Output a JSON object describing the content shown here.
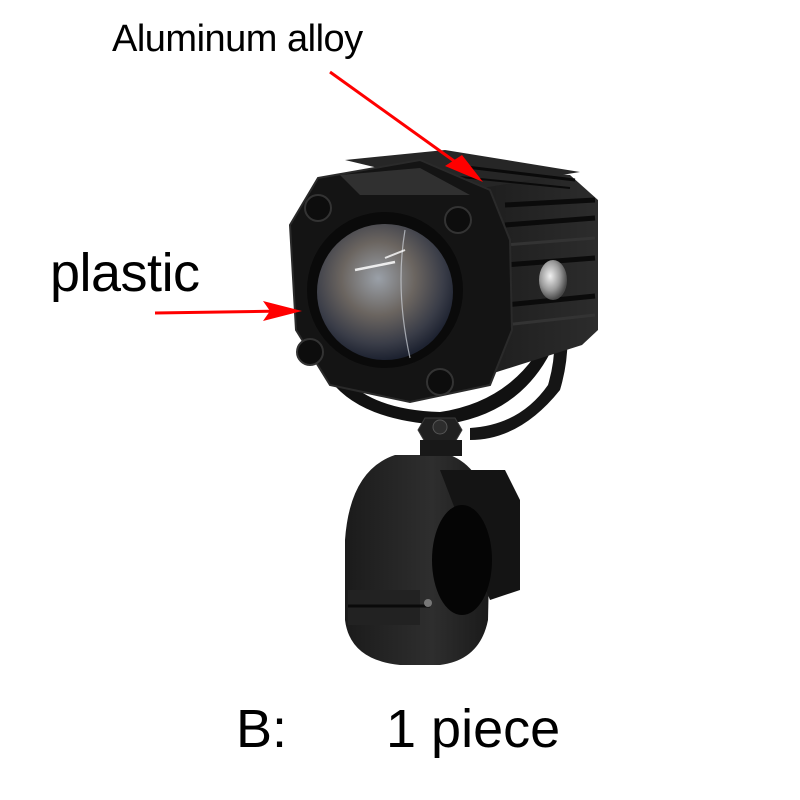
{
  "image": {
    "subject": "motorcycle LED spotlight with handlebar clamp mount",
    "background_color": "#ffffff"
  },
  "annotations": [
    {
      "label": "Aluminum alloy",
      "target": "housing-top",
      "arrow_color": "#ff0000"
    },
    {
      "label": "plastic",
      "target": "front-bezel",
      "arrow_color": "#ff0000"
    }
  ],
  "caption": {
    "variant": "B:",
    "quantity": "1 piece"
  },
  "colors": {
    "arrow": "#ff0000",
    "housing": "#1a1a1a",
    "text": "#000000"
  }
}
